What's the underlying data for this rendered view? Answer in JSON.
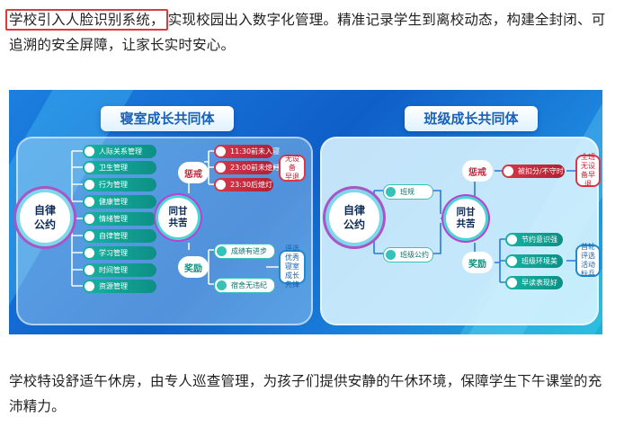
{
  "intro": {
    "highlight": "学校引入人脸识别系统，",
    "rest": "实现校园出入数字化管理。精准记录学生到离校动态，构建全封闭、可追溯的安全屏障，让家长实时安心。"
  },
  "banner": {
    "left_title": "寝室成长共同体",
    "right_title": "班级成长共同体",
    "left_core": "自律\n公约",
    "right_core": "自律\n公约",
    "left_hub": "同甘\n共苦",
    "right_hub": "同甘\n共苦",
    "left_punish": "惩戒",
    "left_reward": "奖励",
    "right_punish": "惩戒",
    "right_reward": "奖励",
    "left_items": [
      "人际关系管理",
      "卫生管理",
      "行为管理",
      "健康管理",
      "情绪管理",
      "自律管理",
      "学习管理",
      "时间管理",
      "资源管理"
    ],
    "left_punish_items": [
      "11:30前未入寝",
      "23:00前未熄灯",
      "23:30后熄灯"
    ],
    "left_reward_items": [
      "成绩有进步",
      "宿舍无违纪"
    ],
    "left_punish_box": "无设备\n早退",
    "left_reward_box": "评选\n优秀寝室\n成长先锋",
    "right_items": [
      "班规",
      "班级公约"
    ],
    "right_punish_items": [
      "被扣分/不守时"
    ],
    "right_reward_items": [
      "节约意识强",
      "班级环境美",
      "早读表现好"
    ],
    "right_punish_box": "全班\n无设备早退",
    "right_reward_box": "首轮评选\n活动标兵"
  },
  "outro": {
    "text": "学校特设舒适午休房，由专人巡查管理，为孩子们提供安静的午休环境，保障学生下午课堂的充沛精力。"
  }
}
